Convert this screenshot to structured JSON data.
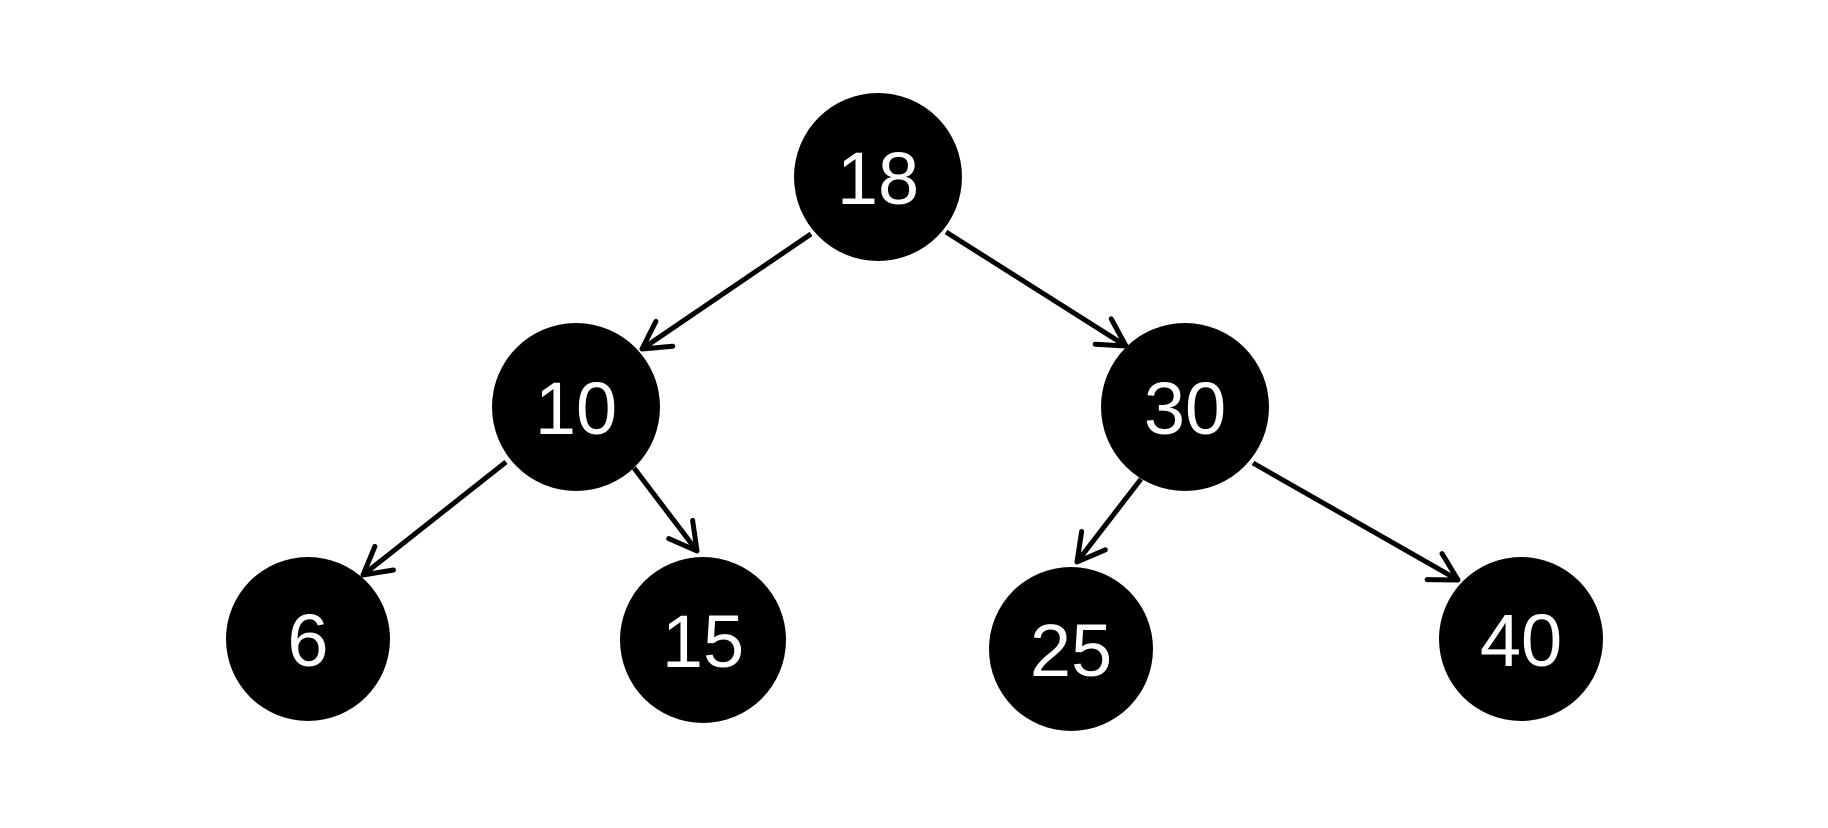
{
  "diagram": {
    "type": "binary-tree",
    "colors": {
      "background": "#ffffff",
      "node_fill": "#000000",
      "node_text": "#ffffff",
      "edge_stroke": "#000000"
    },
    "nodes": [
      {
        "id": "18",
        "value": "18",
        "role": "root"
      },
      {
        "id": "10",
        "value": "10",
        "role": "left-child-of-18"
      },
      {
        "id": "30",
        "value": "30",
        "role": "right-child-of-18"
      },
      {
        "id": "6",
        "value": "6",
        "role": "left-child-of-10"
      },
      {
        "id": "15",
        "value": "15",
        "role": "right-child-of-10"
      },
      {
        "id": "25",
        "value": "25",
        "role": "left-child-of-30"
      },
      {
        "id": "40",
        "value": "40",
        "role": "right-child-of-30"
      }
    ],
    "edges": [
      {
        "from": "18",
        "to": "10"
      },
      {
        "from": "18",
        "to": "30"
      },
      {
        "from": "10",
        "to": "6"
      },
      {
        "from": "10",
        "to": "15"
      },
      {
        "from": "30",
        "to": "25"
      },
      {
        "from": "30",
        "to": "40"
      }
    ]
  }
}
